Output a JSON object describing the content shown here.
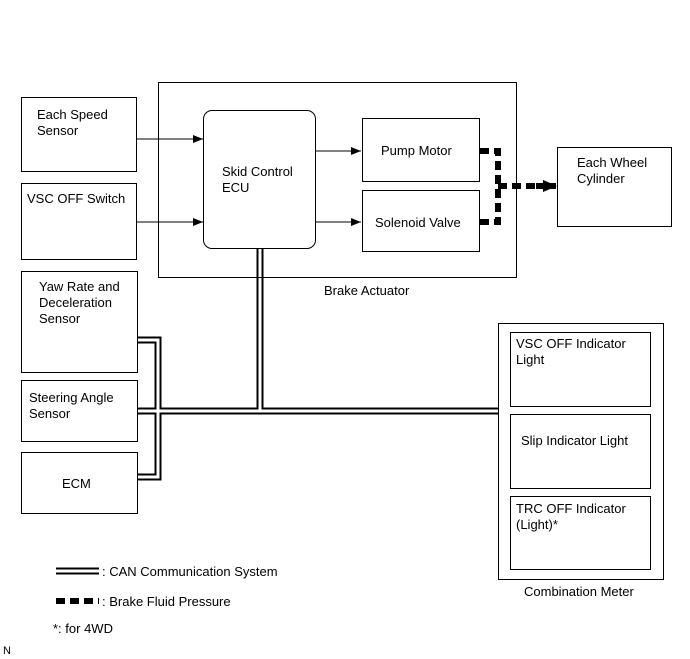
{
  "brake_actuator": {
    "label": "Brake Actuator",
    "ecu": "Skid Control\nECU",
    "pump_motor": "Pump Motor",
    "solenoid_valve": "Solenoid Valve"
  },
  "inputs": {
    "speed_sensor": "Each Speed\nSensor",
    "vsc_off_switch": "VSC OFF Switch",
    "yaw_rate_sensor": "Yaw Rate and\nDeceleration\nSensor",
    "steering_angle_sensor": "Steering Angle\nSensor",
    "ecm": "ECM"
  },
  "wheel_cylinder": "Each Wheel\nCylinder",
  "combination_meter": {
    "label": "Combination Meter",
    "vsc_off_indicator": "VSC OFF Indicator\nLight",
    "slip_indicator": "Slip Indicator Light",
    "trc_off_indicator": "TRC OFF Indicator\n(Light)*"
  },
  "legend": {
    "can": ":  CAN Communication System",
    "brake_fluid": ":  Brake Fluid Pressure",
    "note": "*: for 4WD"
  },
  "corner_mark": "N"
}
